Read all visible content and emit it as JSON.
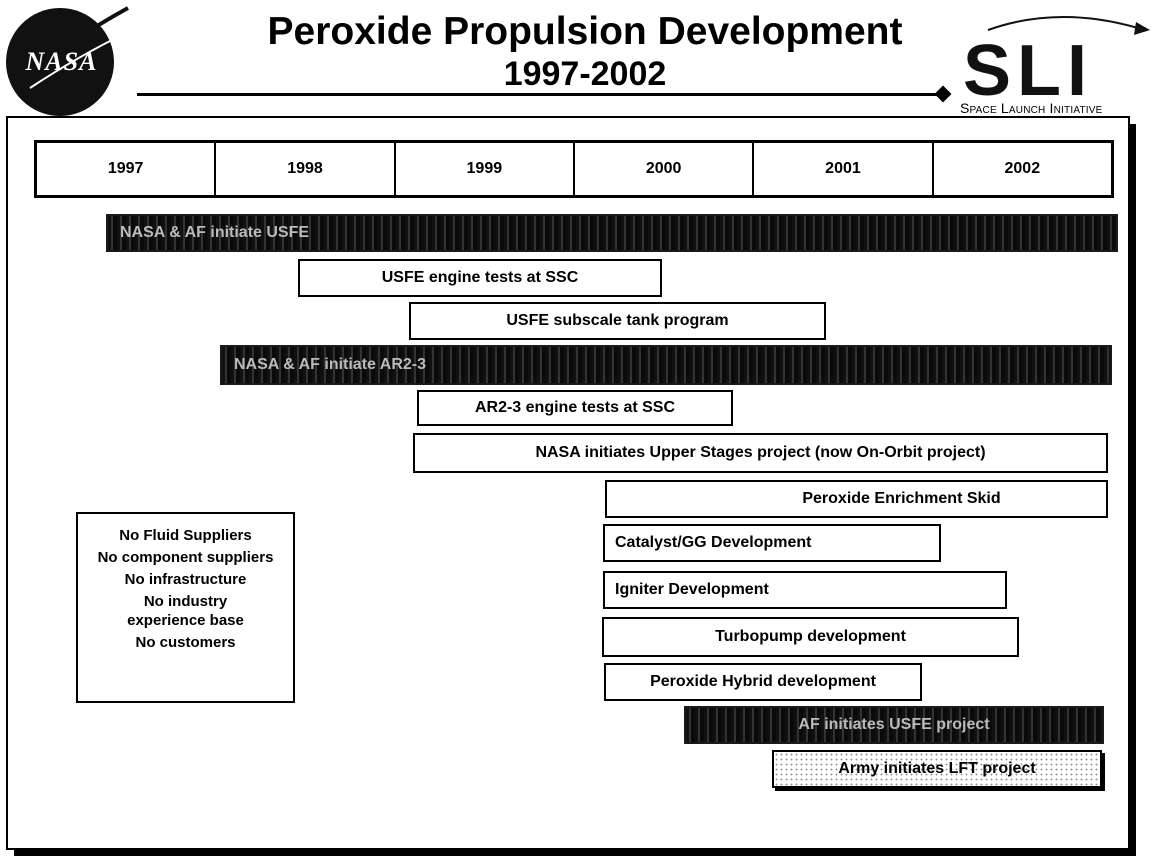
{
  "header": {
    "title_line1": "Peroxide Propulsion Development",
    "title_line2": "1997-2002",
    "left_logo_text": "NASA",
    "right_logo_text": "SLI",
    "right_logo_caption": "Space Launch Initiative"
  },
  "timeline": {
    "years": [
      "1997",
      "1998",
      "1999",
      "2000",
      "2001",
      "2002"
    ]
  },
  "bars": {
    "usfe_initiate": "NASA & AF initiate USFE",
    "usfe_engine_tests": "USFE engine tests at SSC",
    "usfe_tank": "USFE subscale tank program",
    "ar2_initiate": "NASA & AF initiate AR2-3",
    "ar2_tests": "AR2-3 engine tests at SSC",
    "upper_stages": "NASA initiates  Upper Stages project (now On-Orbit project)",
    "enrichment_skid": "Peroxide Enrichment Skid",
    "catalyst": "Catalyst/GG Development",
    "igniter": "Igniter Development",
    "turbopump": "Turbopump development",
    "hybrid": "Peroxide Hybrid development",
    "af_initiates": "AF initiates USFE project",
    "army_lft": "Army initiates  LFT project"
  },
  "no_list": [
    "No Fluid Suppliers",
    "No component suppliers",
    "No infrastructure",
    "No industry experience base",
    "No customers"
  ],
  "colors": {
    "dark_bar": "#1a1a1a",
    "border": "#000000",
    "background": "#ffffff"
  }
}
